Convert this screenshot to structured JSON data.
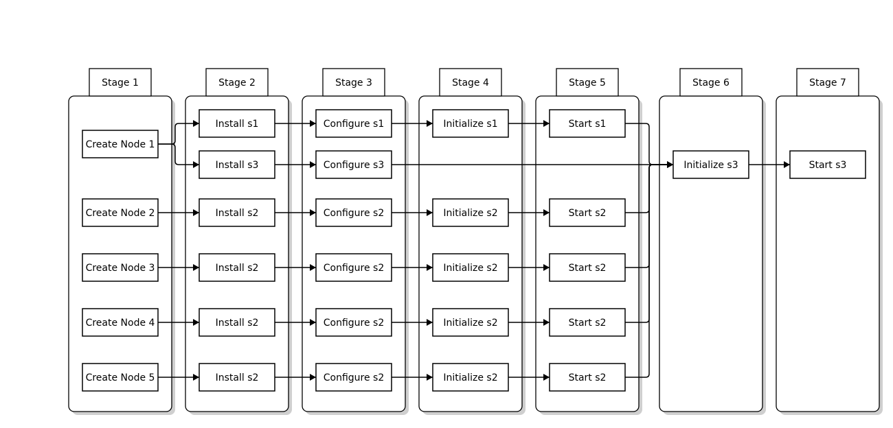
{
  "stages": [
    {
      "label": "Stage 1",
      "tasks": [
        "Create Node 1",
        "Create Node 2",
        "Create Node 3",
        "Create Node 4",
        "Create Node 5"
      ]
    },
    {
      "label": "Stage 2",
      "tasks": [
        "Install s1",
        "Install s3",
        "Install s2",
        "Install s2",
        "Install s2",
        "Install s2"
      ]
    },
    {
      "label": "Stage 3",
      "tasks": [
        "Configure s1",
        "Configure s3",
        "Configure s2",
        "Configure s2",
        "Configure s2",
        "Configure s2"
      ]
    },
    {
      "label": "Stage 4",
      "tasks": [
        "Initialize s1",
        "Initialize s2",
        "Initialize s2",
        "Initialize s2",
        "Initialize s2"
      ]
    },
    {
      "label": "Stage 5",
      "tasks": [
        "Start s1",
        "Start s2",
        "Start s2",
        "Start s2",
        "Start s2"
      ]
    },
    {
      "label": "Stage 6",
      "tasks": [
        "Initialize s3"
      ]
    },
    {
      "label": "Stage 7",
      "tasks": [
        "Start s3"
      ]
    }
  ],
  "colors": {
    "stroke": "#000000",
    "shadow": "#cfcfcf",
    "fill": "#ffffff"
  }
}
